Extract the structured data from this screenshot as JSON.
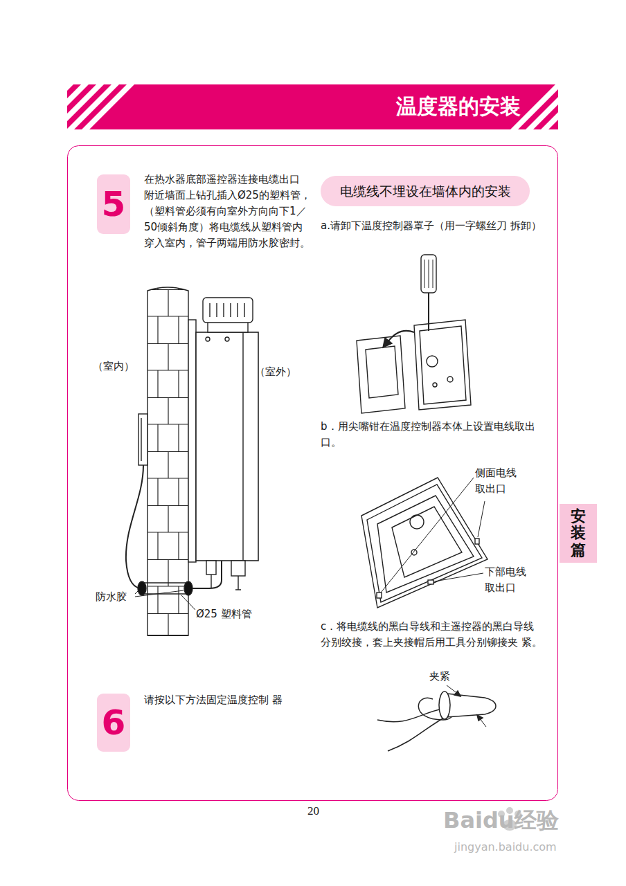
{
  "diagram": {
    "title": "温度器的安装",
    "nodes": [
      {
        "text": [
          "5"
        ]
      },
      {
        "text": [
          "电缆线不埋设在墙体内的安装"
        ]
      },
      {
        "text": [
          "6"
        ]
      },
      {
        "text": [
          "安装篇"
        ]
      }
    ],
    "labels": [
      "在热水器底部遥控器连接电缆出口 附近墙面上钻孔插入Ø25的塑料管， （塑料管必须有向室外方向向下1／ 50倾斜角度）将电缆线从塑料管内 穿入室内，管子两端用防水胶密封。",
      "（室内）",
      "（室外）",
      "防水胶",
      "Ø25 塑料管",
      "a.请卸下温度控制器罩子（用一字螺丝刀 拆卸）",
      "b．用尖嘴钳在温度控制器本体上设置电线取出 口。",
      "侧面电线 取出口",
      "下部电线 取出口",
      "c．将电缆线的黑白导线和主遥控器的黑白导线 分别绞接，套上夹接帽后用工具分别铆接夹 紧。",
      "夹紧",
      "请按以下方法固定温度控制 器",
      "20",
      "Baidu经验",
      "jingyan.baidu.com"
    ]
  }
}
